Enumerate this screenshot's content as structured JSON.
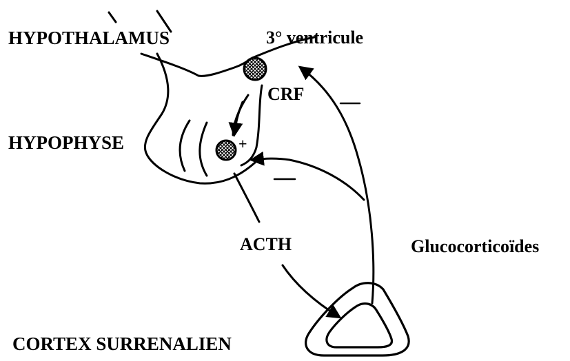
{
  "labels": {
    "hypothalamus": "HYPOTHALAMUS",
    "third_ventricle": "3° ventricule",
    "crf": "CRF",
    "hypophyse": "HYPOPHYSE",
    "plus": "+",
    "acth": "ACTH",
    "glucocorticoides": "Glucocorticoïdes",
    "cortex": "CORTEX SURRENALIEN"
  },
  "colors": {
    "ink": "#000000",
    "background": "#ffffff"
  }
}
